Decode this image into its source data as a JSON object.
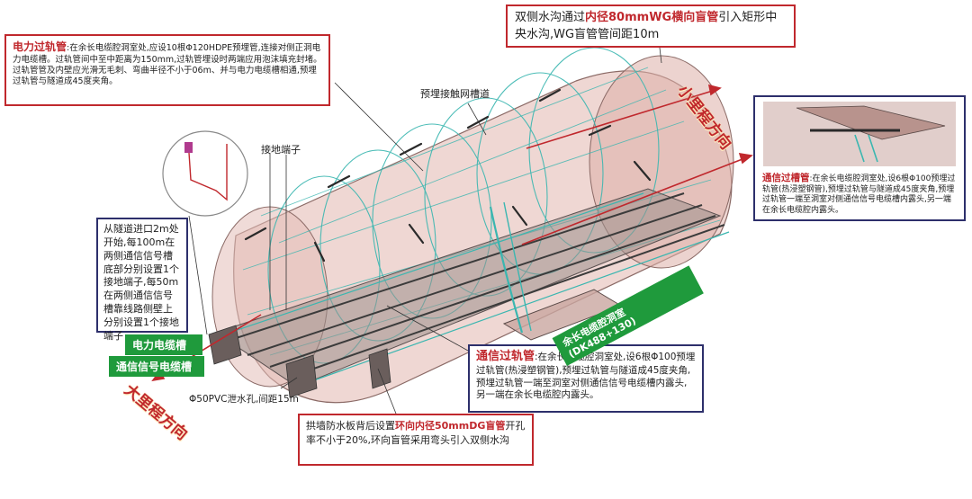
{
  "callouts": {
    "power_cross": {
      "title": "电力过轨管",
      "body": ":在余长电缆腔洞室处,应设10根Φ120HDPE预埋管,连接对侧正洞电力电缆槽。过轨管间中至中距离为150mm,过轨管埋设时两端应用泡沫填充封堵。过轨管管及内壁应光滑无毛刺、弯曲半径不小于06m、并与电力电缆槽相通,预埋过轨管与隧道成45度夹角。"
    },
    "drain_cross": {
      "pre": "双侧水沟通过",
      "highlight": "内径80mmWG横向盲管",
      "post": "引入矩形中央水沟,WG盲管管间距10m"
    },
    "comm_groove": {
      "title": "通信过槽管",
      "body": ":在余长电缆腔洞室处,设6根Φ100预埋过轨管(热浸塑钢管),预埋过轨管与隧道成45度夹角,预埋过轨管一端至洞室对侧通信信号电缆槽内露头,另一端在余长电缆腔内露头。"
    },
    "grounding": {
      "body": "从隧道进口2m处开始,每100m在两侧通信信号槽底部分别设置1个接地端子,每50m在两侧通信信号槽靠线路侧壁上分别设置1个接地端子"
    },
    "comm_cross": {
      "title": "通信过轨管",
      "body": ":在余长电缆腔洞室处,设6根Φ100预埋过轨管(热浸塑钢管),预埋过轨管与隧道成45度夹角,预埋过轨管一端至洞室对侧通信信号电缆槽内露头,另一端在余长电缆腔内露头。"
    },
    "arch_drain": {
      "pre": "拱墙防水板背后设置",
      "highlight": "环向内径50mmDG盲管",
      "post": "开孔率不小于20%,环向盲管采用弯头引入双侧水沟"
    }
  },
  "labels": {
    "catenary_groove": "预埋接触网槽道",
    "ground_terminal": "接地端子",
    "drain_hole": "Φ50PVC泄水孔,间距15m",
    "small_mileage": "小里程方向",
    "large_mileage": "大里程方向"
  },
  "tags": {
    "power_trough": "电力电缆槽",
    "signal_trough": "通信信号电缆槽",
    "cable_chamber": "余长电缆腔洞室(DK488+130)"
  },
  "colors": {
    "accent_red": "#c0282d",
    "navy": "#2d2f6b",
    "tag_green": "#1f9a3c",
    "tunnel_fill": "#e9c9c4",
    "grid_cyan": "#3ab6b0"
  }
}
